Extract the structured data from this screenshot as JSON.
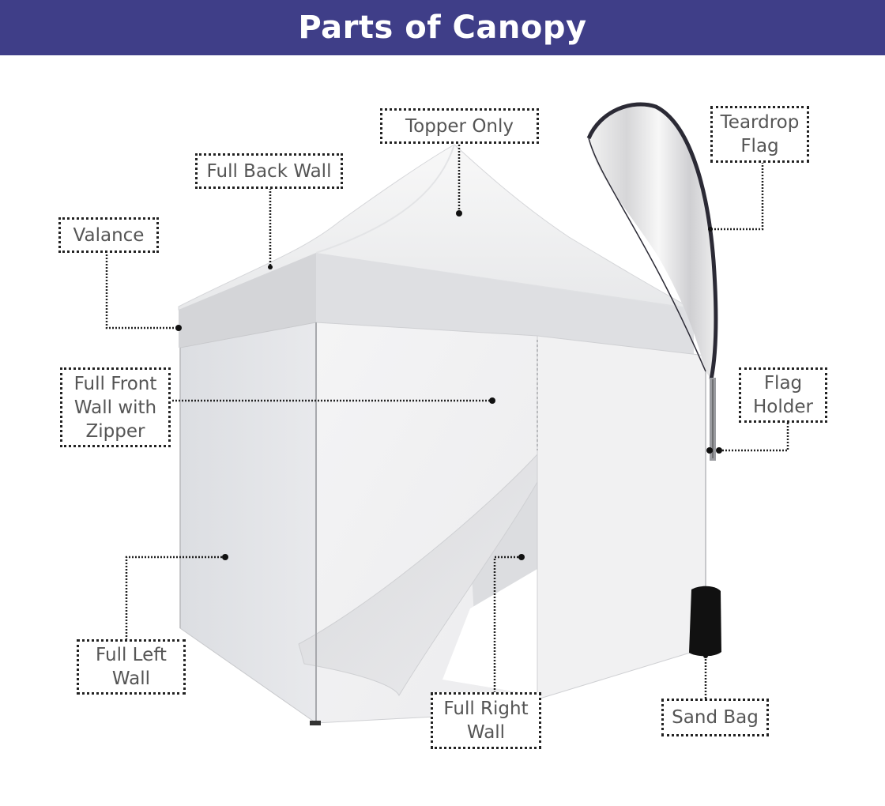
{
  "header": {
    "title": "Parts of Canopy",
    "background": "#3f3e88",
    "text_color": "#ffffff"
  },
  "labels": {
    "topper_only": "Topper Only",
    "full_back_wall": "Full Back Wall",
    "valance": "Valance",
    "teardrop_flag": "Teardrop\nFlag",
    "full_front_wall": "Full Front\nWall with\nZipper",
    "flag_holder": "Flag\nHolder",
    "full_left_wall": "Full Left\nWall",
    "full_right_wall": "Full Right\nWall",
    "sand_bag": "Sand Bag"
  },
  "colors": {
    "label_text": "#555555",
    "leader_line": "#222222",
    "tent_fabric": "#e9eaec",
    "flag_frame": "#2b2a35",
    "sand_bag": "#111111"
  }
}
